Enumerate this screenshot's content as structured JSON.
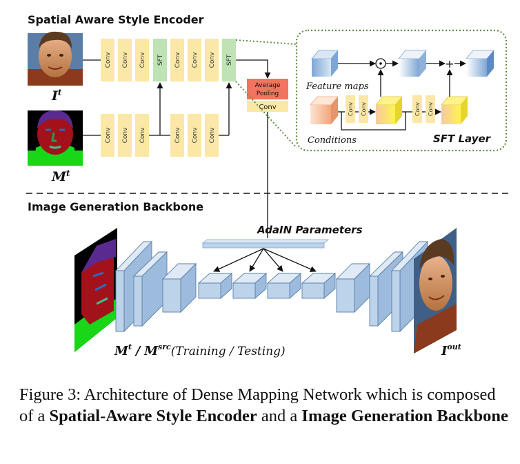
{
  "sections": {
    "encoder_title": "Spatial Aware Style Encoder",
    "backbone_title": "Image Generation Backbone"
  },
  "labels": {
    "conv": "Conv",
    "sft": "SFT",
    "avg_pool_line1": "Average",
    "avg_pool_line2": "Pooling",
    "pool_conv": "Conv",
    "input_image_label": "I",
    "input_image_sup": "t",
    "input_mask_label": "M",
    "input_mask_sup": "t",
    "feature_maps": "Feature maps",
    "conditions": "Conditions",
    "sft_layer": "SFT Layer",
    "adain": "AdaIN Parameters",
    "backbone_input_m1": "M",
    "backbone_input_sup1": "t",
    "backbone_input_slash": "/",
    "backbone_input_m2": "M",
    "backbone_input_sup2": "src",
    "backbone_input_mode": "(Training / Testing)",
    "output_label": "I",
    "output_sup": "out",
    "odot": "⊙",
    "plus": "+"
  },
  "caption": {
    "prefix": "Figure 3:  Architecture of Dense Mapping Network which is composed of a ",
    "bold1": "Spatial-Aware Style Encoder",
    "middle": " and a ",
    "bold2": "Image Generation Backbone"
  },
  "colors": {
    "conv_fill": "#fbe7a6",
    "sft_fill": "#bfe3b4",
    "pool_fill": "#f2735f",
    "cube_blue": "#bcd3ea",
    "cube_orange": "#f8c8a8",
    "cube_yellow": "#fff06a",
    "dotted_border": "#5b8f3a"
  }
}
